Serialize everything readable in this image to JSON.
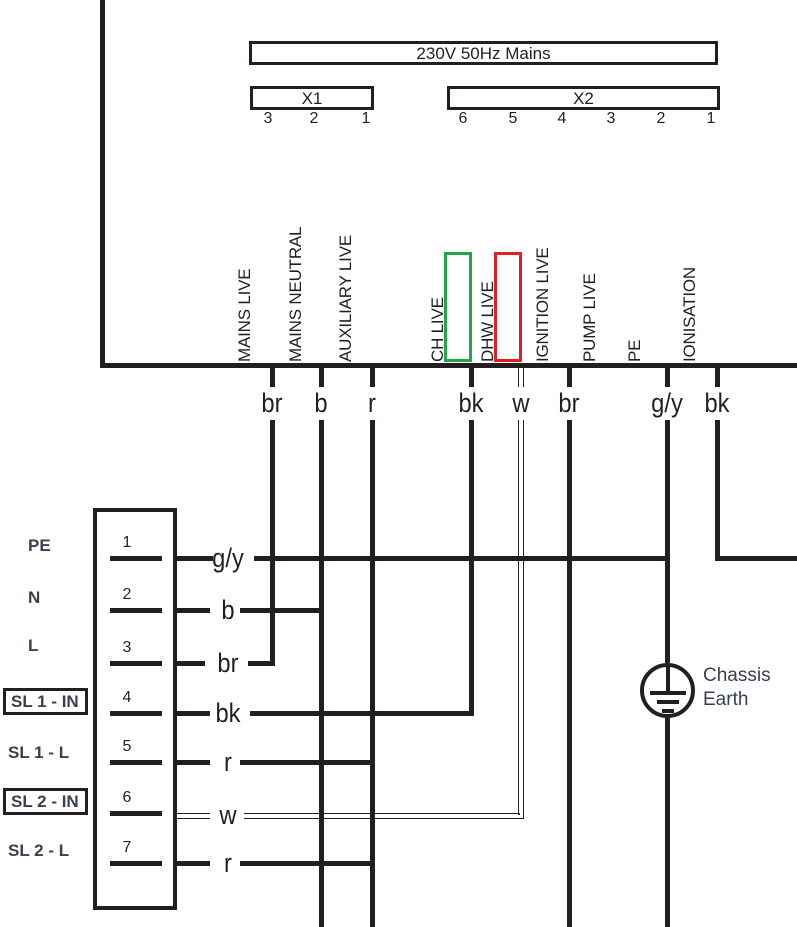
{
  "colors": {
    "line": "#231f20",
    "highlight_green": "#21a747",
    "highlight_red": "#e41e23",
    "annotation_text": "#39404f"
  },
  "mains_label": "230V 50Hz Mains",
  "terminal_blocks": {
    "x1": {
      "label": "X1",
      "pins": [
        "3",
        "2",
        "1"
      ]
    },
    "x2": {
      "label": "X2",
      "pins": [
        "6",
        "5",
        "4",
        "3",
        "2",
        "1"
      ]
    }
  },
  "board_signals": [
    {
      "label": "MAINS LIVE",
      "highlight": "none"
    },
    {
      "label": "MAINS NEUTRAL",
      "highlight": "none"
    },
    {
      "label": "AUXILIARY LIVE",
      "highlight": "none"
    },
    {
      "label": "CH LIVE",
      "highlight": "green"
    },
    {
      "label": "DHW LIVE",
      "highlight": "red"
    },
    {
      "label": "IGNITION LIVE",
      "highlight": "none"
    },
    {
      "label": "PUMP LIVE",
      "highlight": "none"
    },
    {
      "label": "PE",
      "highlight": "none"
    },
    {
      "label": "IONISATION",
      "highlight": "none"
    }
  ],
  "wire_colors_top": [
    "br",
    "b",
    "r",
    "bk",
    "w",
    "br",
    "g/y",
    "bk"
  ],
  "plug_connector": {
    "pins": [
      {
        "number": "1",
        "terminal": "PE",
        "wire": "g/y",
        "highlight": "none"
      },
      {
        "number": "2",
        "terminal": "N",
        "wire": "b",
        "highlight": "none"
      },
      {
        "number": "3",
        "terminal": "L",
        "wire": "br",
        "highlight": "none"
      },
      {
        "number": "4",
        "terminal": "SL 1 - IN",
        "wire": "bk",
        "highlight": "green"
      },
      {
        "number": "5",
        "terminal": "SL 1 - L",
        "wire": "r",
        "highlight": "none"
      },
      {
        "number": "6",
        "terminal": "SL 2 - IN",
        "wire": "w",
        "highlight": "red"
      },
      {
        "number": "7",
        "terminal": "SL 2 - L",
        "wire": "r",
        "highlight": "none"
      }
    ]
  },
  "chassis_earth": {
    "label_line1": "Chassis",
    "label_line2": "Earth"
  }
}
